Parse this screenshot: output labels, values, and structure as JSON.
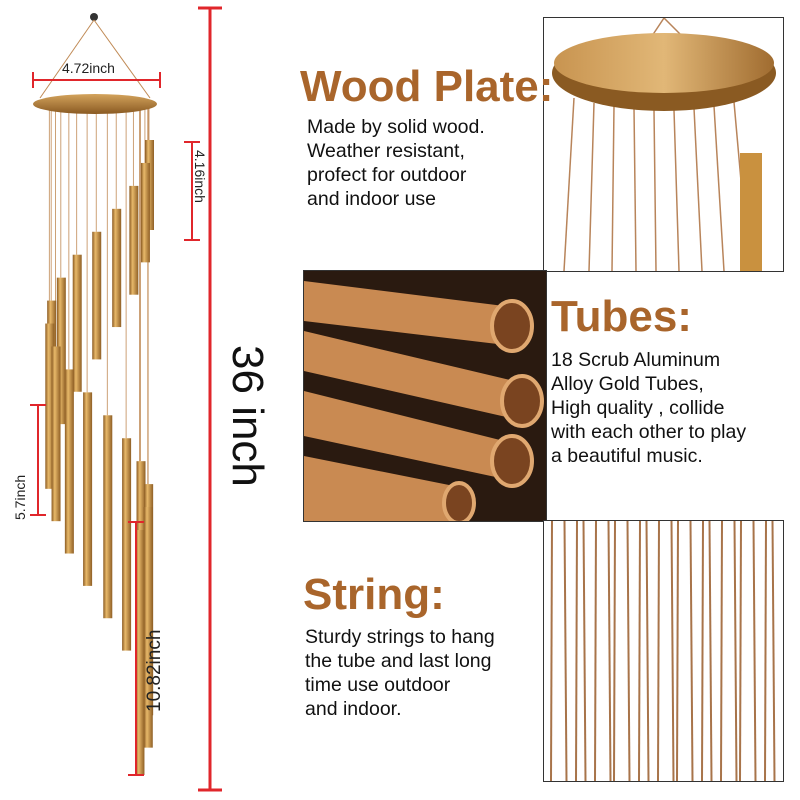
{
  "dimensions": {
    "plate_width": "4.72inch",
    "top_offset": "4.16inch",
    "short_tube": "5.7inch",
    "long_tube": "10.82inch",
    "total_length": "36 inch"
  },
  "sections": [
    {
      "title": "Wood Plate:",
      "lines": [
        "Made by solid wood.",
        "Weather resistant,",
        "profect for outdoor",
        "and indoor use"
      ]
    },
    {
      "title": "Tubes:",
      "lines": [
        "18 Scrub Aluminum",
        "Alloy Gold Tubes,",
        "High quality , collide",
        "with each other to play",
        "a beautiful music."
      ]
    },
    {
      "title": "String:",
      "lines": [
        "Sturdy strings to hang",
        "the tube and last long",
        "time use outdoor",
        "and indoor."
      ]
    }
  ],
  "colors": {
    "heading": "#a9652b",
    "dimension_line": "#e0262b",
    "tube": "#c9913f",
    "wood": "#b07a3a"
  }
}
